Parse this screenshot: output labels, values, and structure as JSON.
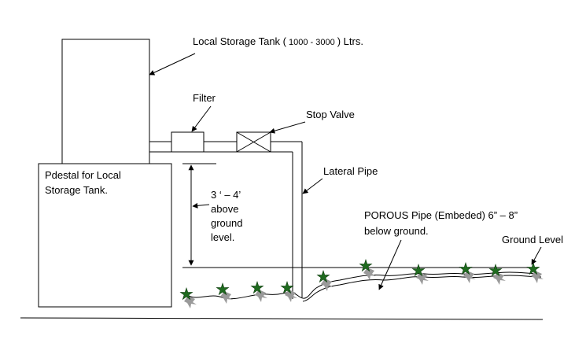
{
  "labels": {
    "tank": "Local Storage Tank (",
    "tank_capacity": "1000 - 3000",
    "tank_unit": ")  Ltrs.",
    "filter": "Filter",
    "stop_valve": "Stop Valve",
    "lateral_pipe": "Lateral Pipe",
    "pedestal": [
      "Pdestal for Local",
      "Storage Tank."
    ],
    "height": [
      "3 ‘ – 4’",
      "above",
      "ground",
      "level."
    ],
    "porous_pipe": [
      "POROUS Pipe (Embeded) 6” – 8”",
      "below ground."
    ],
    "ground_level": "Ground Level"
  },
  "plants": [
    {
      "name": "plant-1"
    },
    {
      "name": "plant-2"
    },
    {
      "name": "plant-3"
    },
    {
      "name": "plant-4"
    },
    {
      "name": "plant-5"
    },
    {
      "name": "plant-6"
    },
    {
      "name": "plant-7"
    },
    {
      "name": "plant-8"
    },
    {
      "name": "plant-9"
    },
    {
      "name": "plant-10"
    }
  ],
  "colors": {
    "line": "#000000",
    "leaf": "#1f6b1f",
    "root": "#9a9a9a"
  }
}
